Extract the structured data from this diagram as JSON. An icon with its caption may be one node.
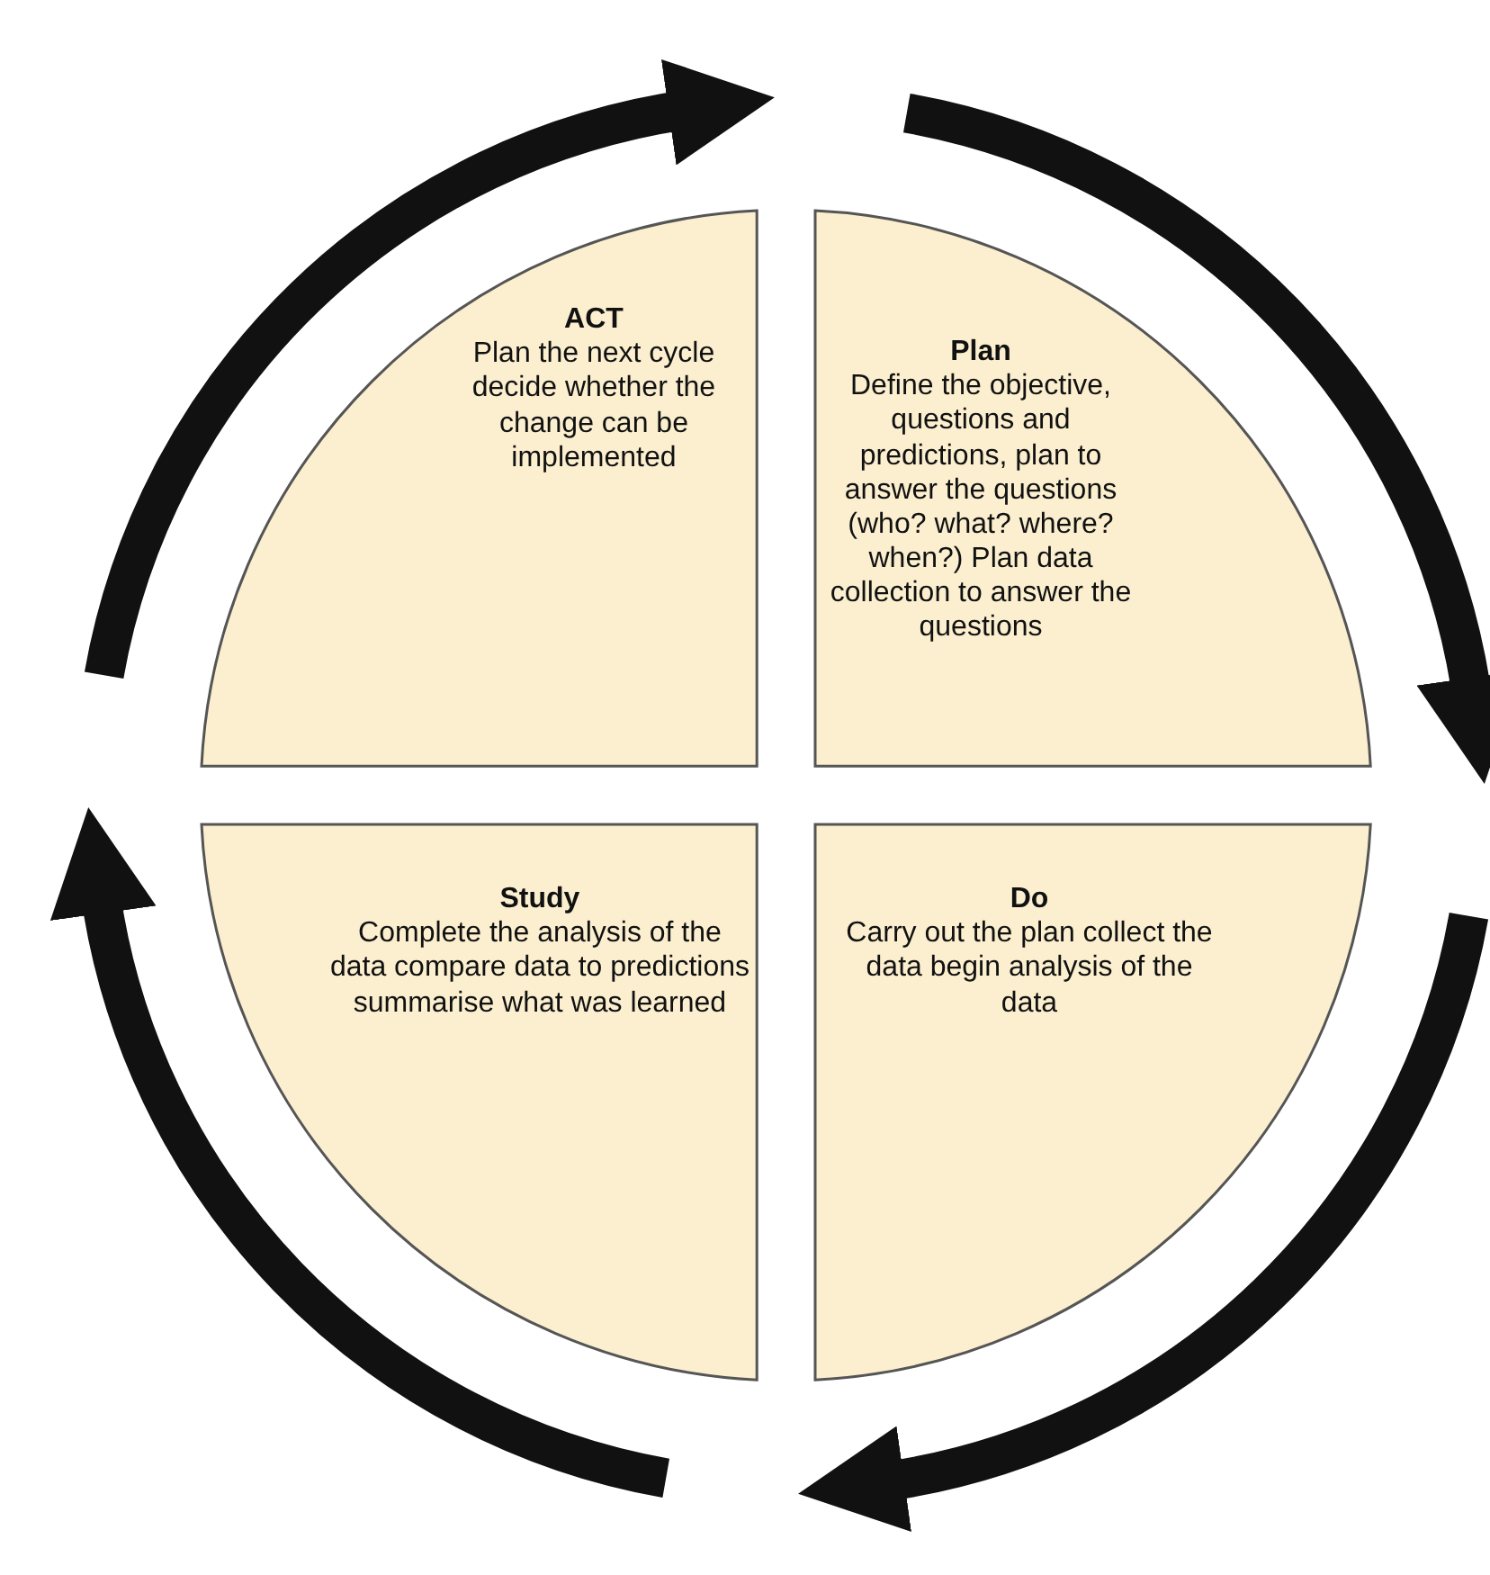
{
  "diagram": {
    "nodes": [
      {
        "text": [
          "ACT",
          "Plan the next cycle decide whether the change can be implemented"
        ]
      },
      {
        "text": [
          "Plan",
          "Define the objective, questions and predictions, plan to answer the questions (who? what? where? when?) Plan data collection to answer the questions"
        ]
      },
      {
        "text": [
          "Study",
          "Complete the analysis of the data compare data to predictions summarise what was learned"
        ]
      },
      {
        "text": [
          "Do",
          "Carry out the plan collect the data begin analysis of the data"
        ]
      }
    ]
  }
}
